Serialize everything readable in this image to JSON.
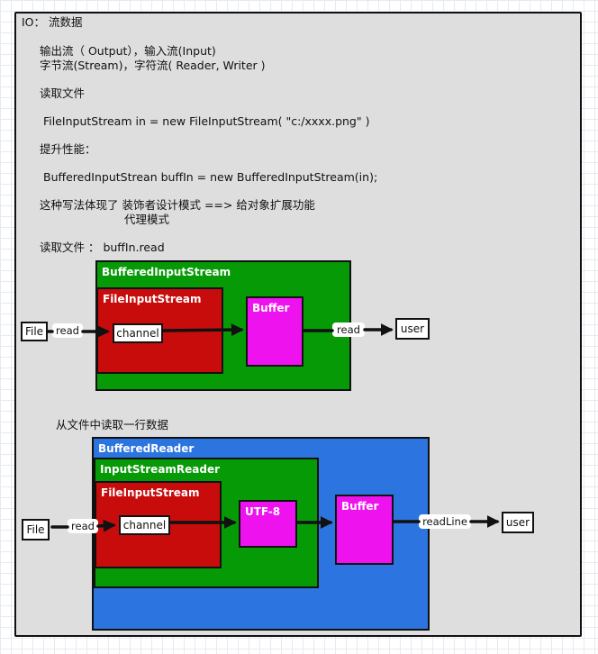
{
  "notes": {
    "title": "IO：  流数据",
    "line1": "输出流（ Output），输入流(Input)",
    "line2": "字节流(Stream)，字符流( Reader, Writer )",
    "line3": "读取文件",
    "line4": "FileInputStream in = new FileInputStream( \"c:/xxxx.png\" )",
    "line5": "提升性能：",
    "line6": "BufferedInputStrean buffIn = new BufferedInputStream(in);",
    "line7": "这种写法体现了 装饰者设计模式 ==> 给对象扩展功能",
    "line8": "代理模式",
    "line9": "读取文件 ：  buffIn.read"
  },
  "diagram1": {
    "outer_label": "BufferedInputStream",
    "inner_label": "FileInputStream",
    "buffer_label": "Buffer",
    "file_label": "File",
    "read_in_label": "read",
    "channel_label": "channel",
    "read_out_label": "read",
    "user_label": "user"
  },
  "section2_title": "从文件中读取一行数据",
  "diagram2": {
    "outer_label": "BufferedReader",
    "middle_label": "InputStreamReader",
    "inner_label": "FileInputStream",
    "utf8_label": "UTF-8",
    "buffer_label": "Buffer",
    "file_label": "File",
    "read_in_label": "read",
    "channel_label": "channel",
    "readline_label": "readLine",
    "user_label": "user"
  },
  "colors": {
    "panel": "#dedede",
    "green": "#079a07",
    "red": "#c80c0c",
    "blue": "#2c75e0",
    "magenta": "#ee12ee"
  }
}
